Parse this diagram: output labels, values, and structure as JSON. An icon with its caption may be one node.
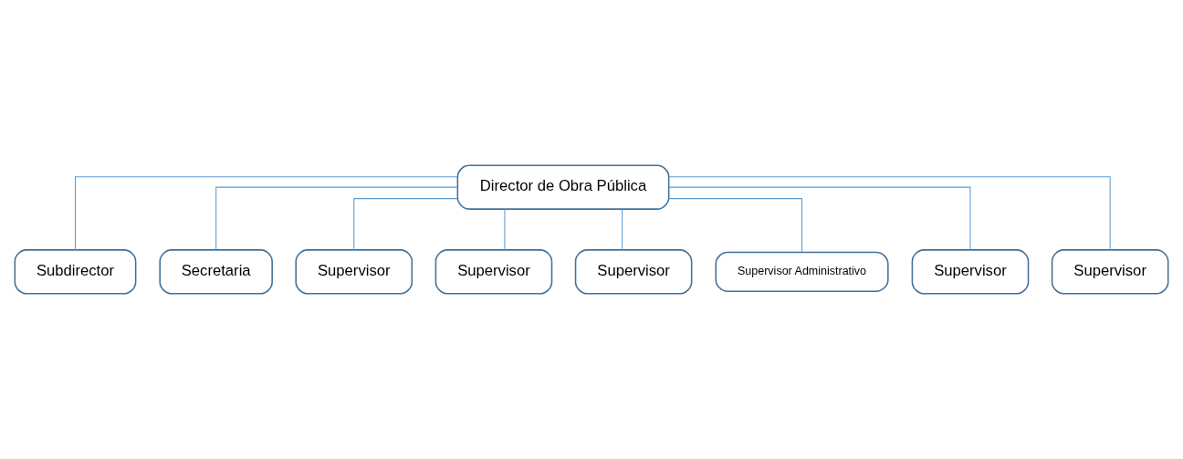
{
  "diagram": {
    "nodes": [
      {
        "text": [
          "Director de Obra Pública"
        ]
      },
      {
        "text": [
          "Subdirector"
        ]
      },
      {
        "text": [
          "Secretaria"
        ]
      },
      {
        "text": [
          "Supervisor"
        ]
      },
      {
        "text": [
          "Supervisor"
        ]
      },
      {
        "text": [
          "Supervisor"
        ]
      },
      {
        "text": [
          "Supervisor Administrativo"
        ]
      },
      {
        "text": [
          "Supervisor"
        ]
      },
      {
        "text": [
          "Supervisor"
        ]
      }
    ],
    "edges": [
      {
        "from": 0,
        "to": 1,
        "arrow": "none"
      },
      {
        "from": 0,
        "to": 2,
        "arrow": "none"
      },
      {
        "from": 0,
        "to": 3,
        "arrow": "none"
      },
      {
        "from": 0,
        "to": 4,
        "arrow": "none"
      },
      {
        "from": 0,
        "to": 5,
        "arrow": "none"
      },
      {
        "from": 0,
        "to": 6,
        "arrow": "none"
      },
      {
        "from": 0,
        "to": 7,
        "arrow": "none"
      },
      {
        "from": 0,
        "to": 8,
        "arrow": "none"
      }
    ]
  }
}
